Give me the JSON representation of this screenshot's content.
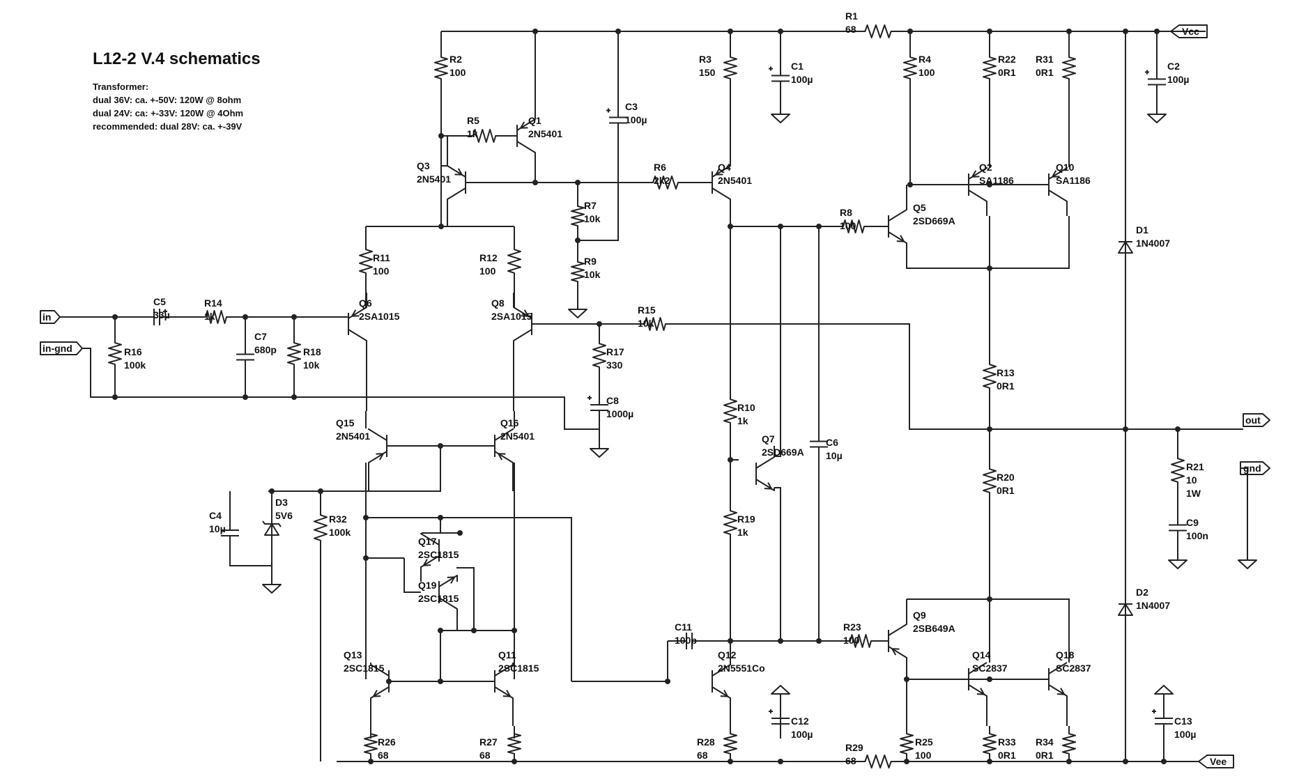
{
  "title": "L12-2 V.4 schematics",
  "notes": [
    "Transformer:",
    "dual 36V: ca. +-50V: 120W @ 8ohm",
    "dual 24V: ca: +-33V: 120W @ 4Ohm",
    "recommended: dual 28V: ca. +-39V"
  ],
  "ports": {
    "vcc": "Vcc",
    "vee": "Vee",
    "in": "in",
    "in_gnd": "in-gnd",
    "out": "out",
    "gnd": "gnd"
  },
  "labels": {
    "R1": [
      "R1",
      "68"
    ],
    "R2": [
      "R2",
      "100"
    ],
    "R3": [
      "R3",
      "150"
    ],
    "R4": [
      "R4",
      "100"
    ],
    "R5": [
      "R5",
      "1k"
    ],
    "R6": [
      "R6",
      "2k2"
    ],
    "R7": [
      "R7",
      "10k"
    ],
    "R8": [
      "R8",
      "100"
    ],
    "R9": [
      "R9",
      "10k"
    ],
    "R10": [
      "R10",
      "1k"
    ],
    "R11": [
      "R11",
      "100"
    ],
    "R12": [
      "R12",
      "100"
    ],
    "R13": [
      "R13",
      "0R1"
    ],
    "R14": [
      "R14",
      "1k"
    ],
    "R15": [
      "R15",
      "10k"
    ],
    "R16": [
      "R16",
      "100k"
    ],
    "R17": [
      "R17",
      "330"
    ],
    "R18": [
      "R18",
      "10k"
    ],
    "R19": [
      "R19",
      "1k"
    ],
    "R20": [
      "R20",
      "0R1"
    ],
    "R21": [
      "R21",
      "10",
      "1W"
    ],
    "R22": [
      "R22",
      "0R1"
    ],
    "R23": [
      "R23",
      "100"
    ],
    "R25": [
      "R25",
      "100"
    ],
    "R26": [
      "R26",
      "68"
    ],
    "R27": [
      "R27",
      "68"
    ],
    "R28": [
      "R28",
      "68"
    ],
    "R29": [
      "R29",
      "68"
    ],
    "R31": [
      "R31",
      "0R1"
    ],
    "R32": [
      "R32",
      "100k"
    ],
    "R33": [
      "R33",
      "0R1"
    ],
    "R34": [
      "R34",
      "0R1"
    ],
    "C1": [
      "C1",
      "100µ"
    ],
    "C2": [
      "C2",
      "100µ"
    ],
    "C3": [
      "C3",
      "100µ"
    ],
    "C4": [
      "C4",
      "10µ"
    ],
    "C5": [
      "C5",
      "33µ"
    ],
    "C6": [
      "C6",
      "10µ"
    ],
    "C7": [
      "C7",
      "680p"
    ],
    "C8": [
      "C8",
      "1000µ"
    ],
    "C9": [
      "C9",
      "100n"
    ],
    "C11": [
      "C11",
      "100p"
    ],
    "C12": [
      "C12",
      "100µ"
    ],
    "C13": [
      "C13",
      "100µ"
    ],
    "D1": [
      "D1",
      "1N4007"
    ],
    "D2": [
      "D2",
      "1N4007"
    ],
    "D3": [
      "D3",
      "5V6"
    ],
    "Q1": [
      "Q1",
      "2N5401"
    ],
    "Q2": [
      "Q2",
      "SA1186"
    ],
    "Q3": [
      "Q3",
      "2N5401"
    ],
    "Q4": [
      "Q4",
      "2N5401"
    ],
    "Q5": [
      "Q5",
      "2SD669A"
    ],
    "Q6": [
      "Q6",
      "2SA1015"
    ],
    "Q7": [
      "Q7",
      "2SD669A"
    ],
    "Q8": [
      "Q8",
      "2SA1015"
    ],
    "Q9": [
      "Q9",
      "2SB649A"
    ],
    "Q10": [
      "Q10",
      "SA1186"
    ],
    "Q11": [
      "Q11",
      "2SC1815"
    ],
    "Q12": [
      "Q12",
      "2N5551Co"
    ],
    "Q13": [
      "Q13",
      "2SC1815"
    ],
    "Q14": [
      "Q14",
      "SC2837"
    ],
    "Q15": [
      "Q15",
      "2N5401"
    ],
    "Q16": [
      "Q16",
      "2N5401"
    ],
    "Q17": [
      "Q17",
      "2SC1815"
    ],
    "Q18": [
      "Q18",
      "SC2837"
    ],
    "Q19": [
      "Q19",
      "2SC1815"
    ]
  }
}
